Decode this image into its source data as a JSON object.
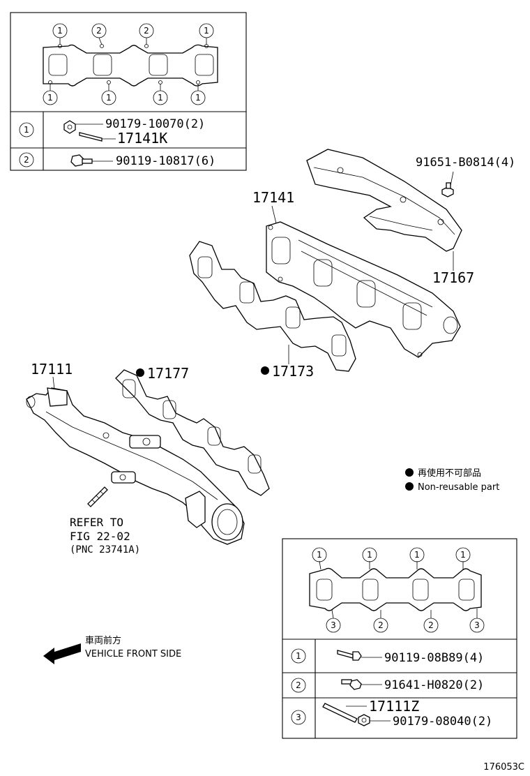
{
  "top_inset": {
    "gasket_markers_top": [
      "1",
      "2",
      "2",
      "1"
    ],
    "gasket_markers_bottom": [
      "1",
      "1",
      "1",
      "1"
    ],
    "rows": [
      {
        "marker": "1",
        "parts": [
          "90179-10070(2)",
          "17141K"
        ]
      },
      {
        "marker": "2",
        "parts": [
          "90119-10817(6)"
        ]
      }
    ]
  },
  "bottom_inset": {
    "gasket_markers_top": [
      "1",
      "1",
      "1",
      "1"
    ],
    "gasket_markers_bottom": [
      "3",
      "2",
      "2",
      "3"
    ],
    "rows": [
      {
        "marker": "1",
        "parts": [
          "90119-08B89(4)"
        ]
      },
      {
        "marker": "2",
        "parts": [
          "91641-H0820(2)"
        ]
      },
      {
        "marker": "3",
        "parts": [
          "17111Z",
          "90179-08040(2)"
        ]
      }
    ]
  },
  "callouts": {
    "heat_insulator_bolt": "91651-B0814(4)",
    "exhaust_manifold": "17141",
    "heat_insulator": "17167",
    "exhaust_gasket": "17173",
    "intake_manifold": "17111",
    "intake_gasket": "17177"
  },
  "refer": {
    "line1": "REFER TO",
    "line2": "FIG 22-02",
    "line3": "(PNC 23741A)"
  },
  "legend": {
    "jp": "再使用不可部品",
    "en": "Non-reusable part"
  },
  "direction": {
    "jp": "車両前方",
    "en": "VEHICLE FRONT SIDE"
  },
  "figure_id": "176053C"
}
